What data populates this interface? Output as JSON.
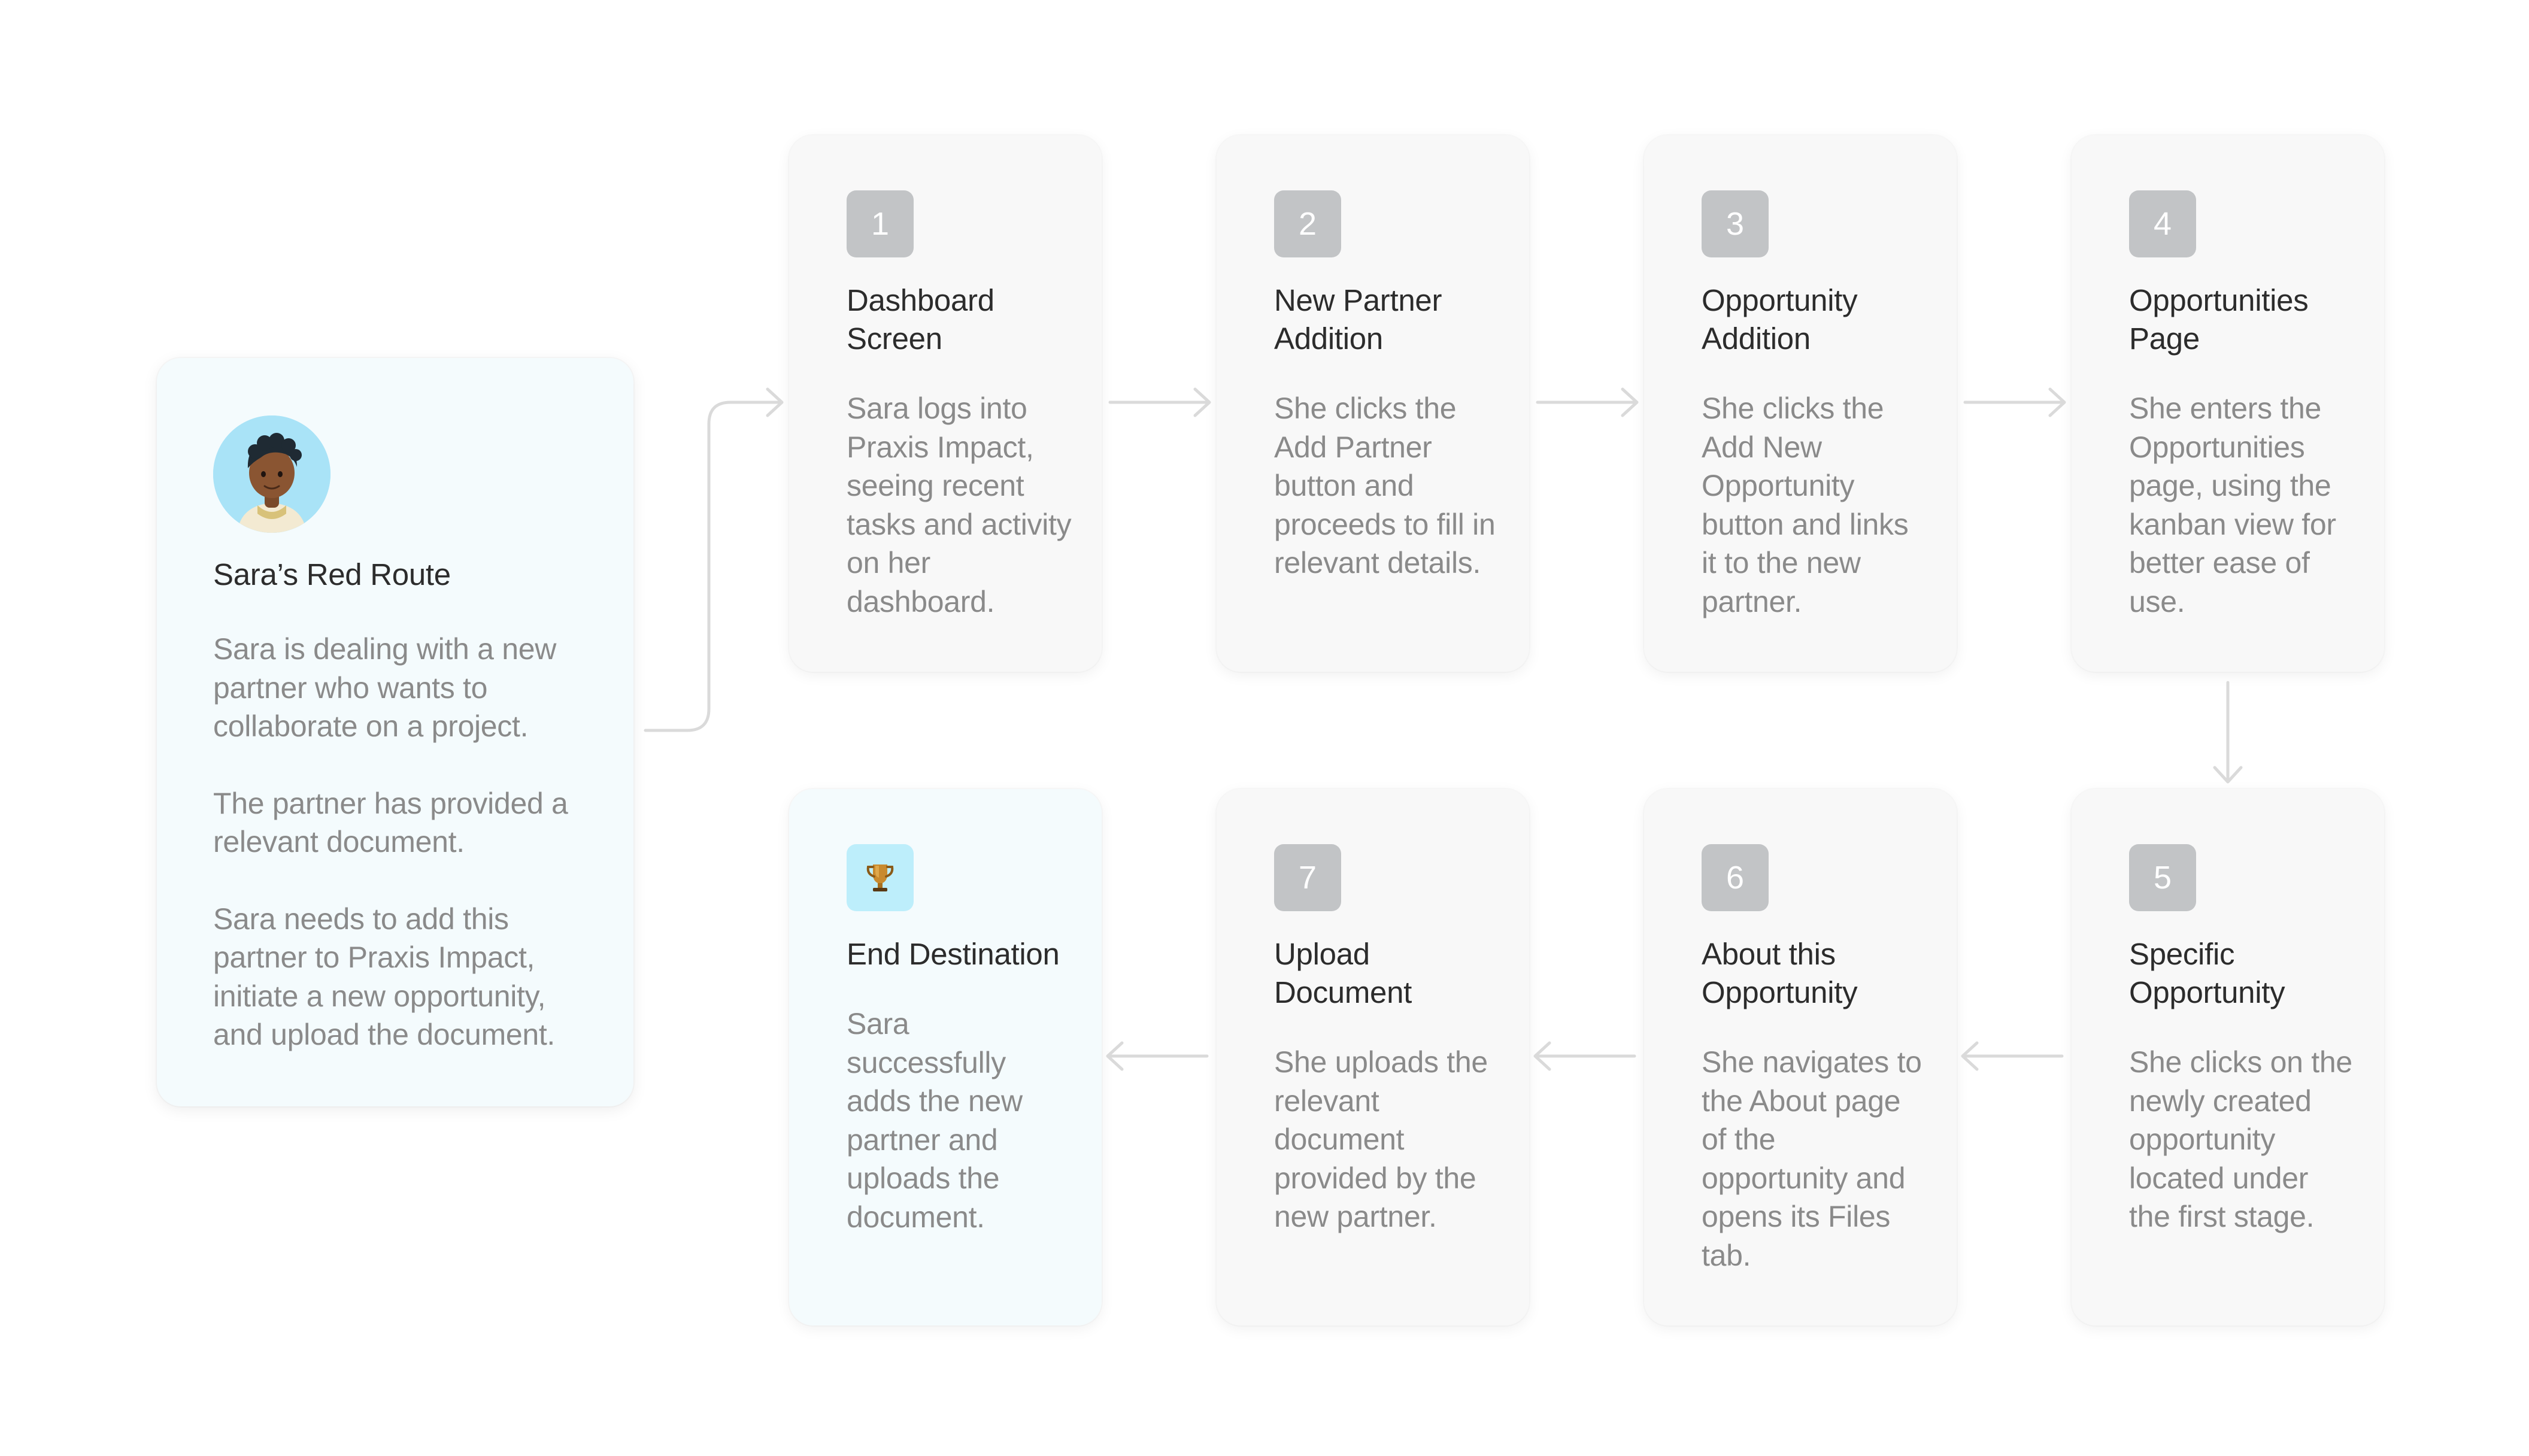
{
  "intro": {
    "title": "Sara’s Red Route",
    "paragraphs": [
      "Sara is dealing with a new partner who wants to collaborate on a project.",
      "The partner has provided a relevant document.",
      "Sara needs to add this partner to Praxis Impact, initiate a new opportunity, and upload the document."
    ]
  },
  "steps": [
    {
      "number": "1",
      "title": "Dashboard Screen",
      "description": "Sara logs into Praxis Impact, seeing recent tasks and activity on her dashboard."
    },
    {
      "number": "2",
      "title": "New Partner Addition",
      "description": "She clicks the Add Partner button and proceeds to fill in relevant details."
    },
    {
      "number": "3",
      "title": "Opportunity Addition",
      "description": "She clicks the Add New Opportunity button and links it to the new partner."
    },
    {
      "number": "4",
      "title": "Opportunities Page",
      "description": "She enters the Opportunities page, using the kanban view for better ease of use."
    },
    {
      "number": "5",
      "title": "Specific Opportunity",
      "description": "She clicks on the newly created opportunity located under the first stage."
    },
    {
      "number": "6",
      "title": "About this Opportunity",
      "description": "She navigates to the About page of the opportunity and opens its Files tab."
    },
    {
      "number": "7",
      "title": "Upload Document",
      "description": "She uploads the relevant document provided by the new partner."
    }
  ],
  "end": {
    "icon": "trophy-icon",
    "title": "End Destination",
    "description": "Sara successfully adds the new partner and uploads the document."
  },
  "colors": {
    "intro_bg": "#f4fbfd",
    "card_bg": "#f8f8f8",
    "badge_bg": "#c2c4c6",
    "trophy_badge_bg": "#bdeefb",
    "avatar_bg": "#a9e3f7",
    "connector": "#dadada",
    "title_text": "#2c2c2c",
    "body_text": "#8a8a8a"
  }
}
